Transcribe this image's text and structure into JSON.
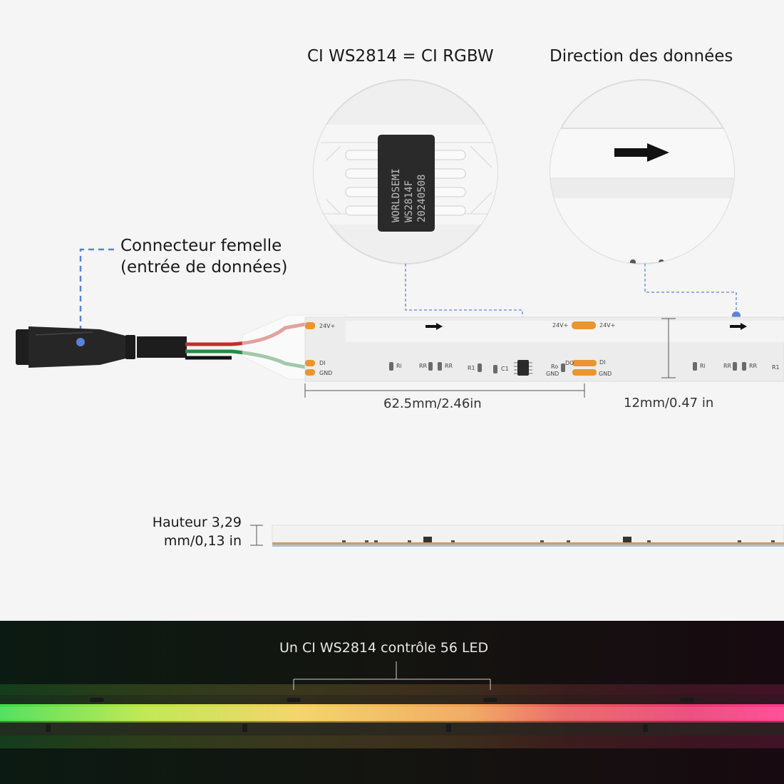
{
  "labels": {
    "ic_title": "CI WS2814 = CI RGBW",
    "direction_title": "Direction des données",
    "connector_line1": "Connecteur femelle",
    "connector_line2": "(entrée de données)",
    "length_dim": "62.5mm/2.46in",
    "width_dim": "12mm/0.47 in",
    "height_line1": "Hauteur 3,29",
    "height_line2": "mm/0,13 in",
    "led_count": "Un CI WS2814 contrôle 56 LED"
  },
  "chip": {
    "brand": "WORLDSEMI",
    "model": "WS2814F",
    "date_code": "20240508"
  },
  "pcb": {
    "v_plus": "24V+",
    "di": "DI",
    "do": "DO",
    "gnd": "GND",
    "ri": "Ri",
    "rr": "RR",
    "r1": "R1",
    "c1": "C1",
    "ro": "Ro"
  },
  "colors": {
    "strip": "#ececec",
    "pad": "#e8962e",
    "chip": "#2a2a2a",
    "callout": "#5a82d6",
    "dark_bg": "#0d1512"
  },
  "icons": [
    "arrow-right-icon",
    "connector-icon"
  ]
}
